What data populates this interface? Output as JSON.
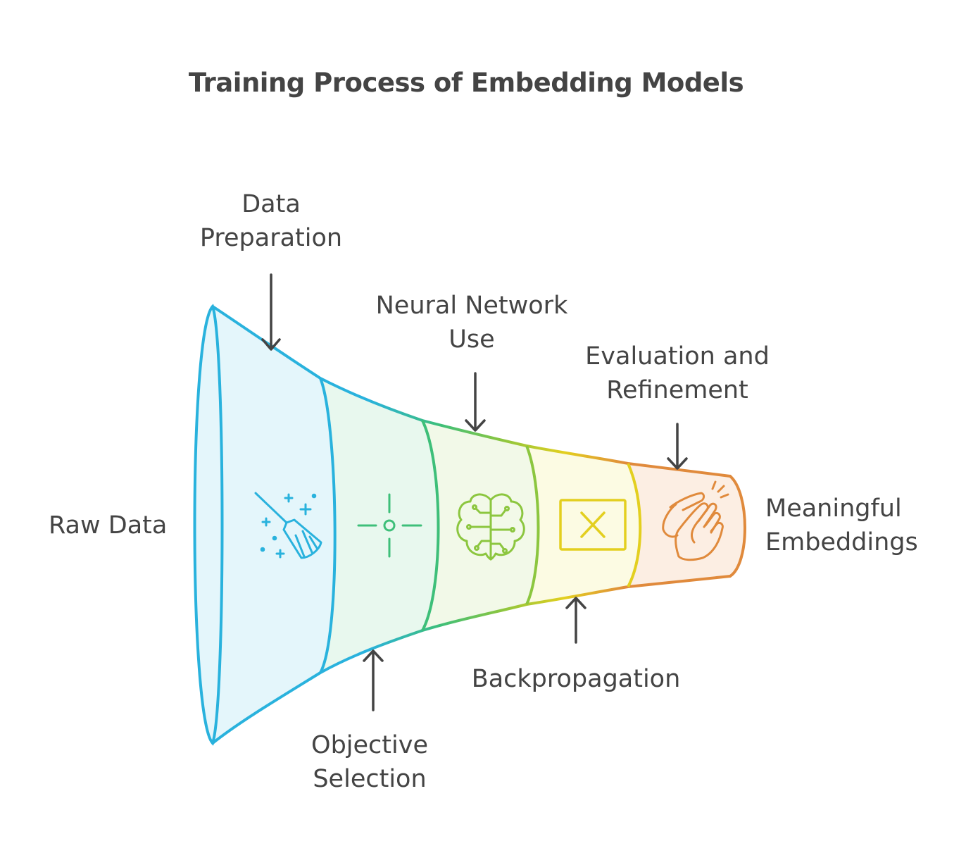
{
  "title": "Training Process of Embedding Models",
  "input_label": "Raw Data",
  "output_label": [
    "Meaningful",
    "Embeddings"
  ],
  "stages": [
    {
      "label": [
        "Data",
        "Preparation"
      ],
      "icon": "broom-sparkle-icon",
      "color": "#29B2DD",
      "fill": "#E4F6FB"
    },
    {
      "label": [
        "Objective",
        "Selection"
      ],
      "icon": "crosshair-target-icon",
      "color": "#3EBF79",
      "fill": "#E8F8EE"
    },
    {
      "label": [
        "Neural Network",
        "Use"
      ],
      "icon": "brain-circuit-icon",
      "color": "#8CC63F",
      "fill": "#F2F9E8"
    },
    {
      "label": [
        "Backpropagation"
      ],
      "icon": "x-box-icon",
      "color": "#E3CF1F",
      "fill": "#FCFBE3"
    },
    {
      "label": [
        "Evaluation and",
        "Refinement"
      ],
      "icon": "clapping-hands-icon",
      "color": "#E08A3C",
      "fill": "#FCEEE3"
    }
  ]
}
